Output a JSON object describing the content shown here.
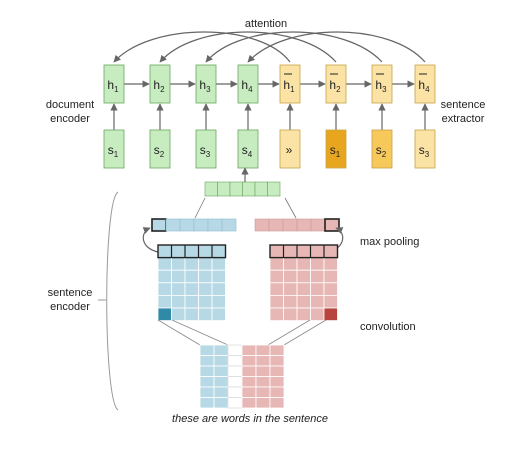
{
  "labels": {
    "attention": "attention",
    "document_encoder_1": "document",
    "document_encoder_2": "encoder",
    "sentence_extractor_1": "sentence",
    "sentence_extractor_2": "extractor",
    "sentence_encoder_1": "sentence",
    "sentence_encoder_2": "encoder",
    "max_pooling": "max pooling",
    "convolution": "convolution",
    "caption": "these are words in the sentence"
  },
  "encoder_states": [
    {
      "base": "h",
      "sub": "1"
    },
    {
      "base": "h",
      "sub": "2"
    },
    {
      "base": "h",
      "sub": "3"
    },
    {
      "base": "h",
      "sub": "4"
    }
  ],
  "extractor_states": [
    {
      "base": "h",
      "sub": "1"
    },
    {
      "base": "h",
      "sub": "2"
    },
    {
      "base": "h",
      "sub": "3"
    },
    {
      "base": "h",
      "sub": "4"
    }
  ],
  "encoder_inputs": [
    {
      "base": "s",
      "sub": "1"
    },
    {
      "base": "s",
      "sub": "2"
    },
    {
      "base": "s",
      "sub": "3"
    },
    {
      "base": "s",
      "sub": "4"
    }
  ],
  "extractor_inputs": [
    {
      "base": "»",
      "sub": ""
    },
    {
      "base": "s",
      "sub": "1"
    },
    {
      "base": "s",
      "sub": "2"
    },
    {
      "base": "s",
      "sub": "3"
    }
  ],
  "colors": {
    "green_fill": "#c6ecc0",
    "green_stroke": "#6aa55e",
    "yellow_light": "#fbe3a6",
    "yellow_mid": "#f7c85a",
    "yellow_dark": "#e8a51e",
    "blue_fill": "#b7d9e6",
    "blue_dark": "#2f8aa8",
    "red_fill": "#e6b7b4",
    "red_dark": "#b7443f",
    "arrow": "#666666",
    "grid_line": "#ffffff"
  }
}
